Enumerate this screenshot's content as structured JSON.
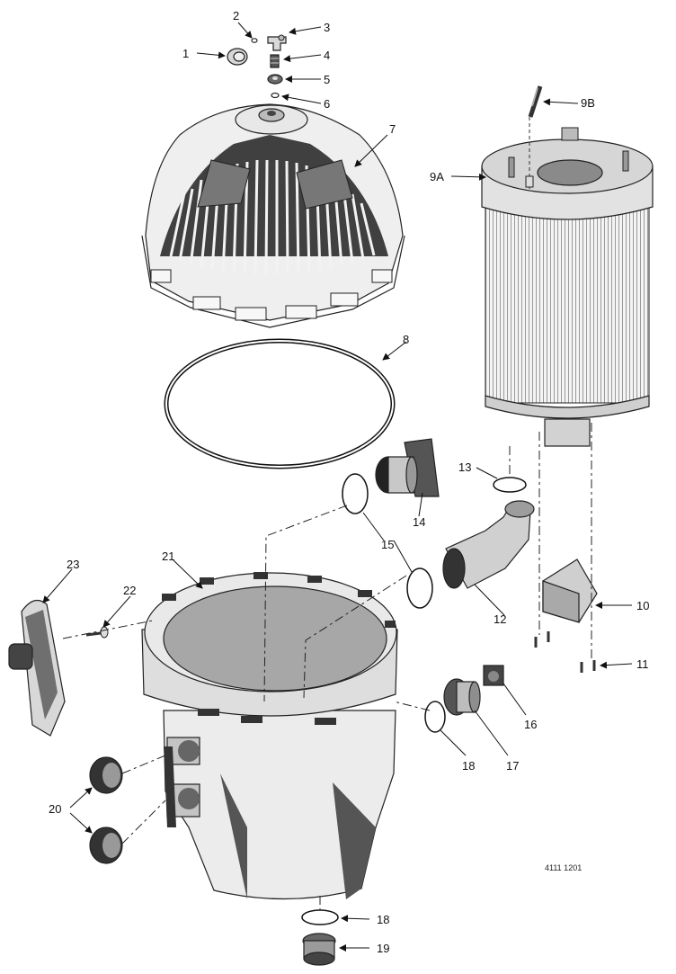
{
  "callouts": {
    "c1": "1",
    "c2": "2",
    "c3": "3",
    "c4": "4",
    "c5": "5",
    "c6": "6",
    "c7": "7",
    "c8": "8",
    "c9a": "9A",
    "c9b": "9B",
    "c10": "10",
    "c11": "11",
    "c12": "12",
    "c13": "13",
    "c14": "14",
    "c15": "15",
    "c16": "16",
    "c17": "17",
    "c18a": "18",
    "c18b": "18",
    "c19": "19",
    "c20": "20",
    "c21": "21",
    "c22": "22",
    "c23": "23"
  },
  "drawing_number": "4111 1201"
}
